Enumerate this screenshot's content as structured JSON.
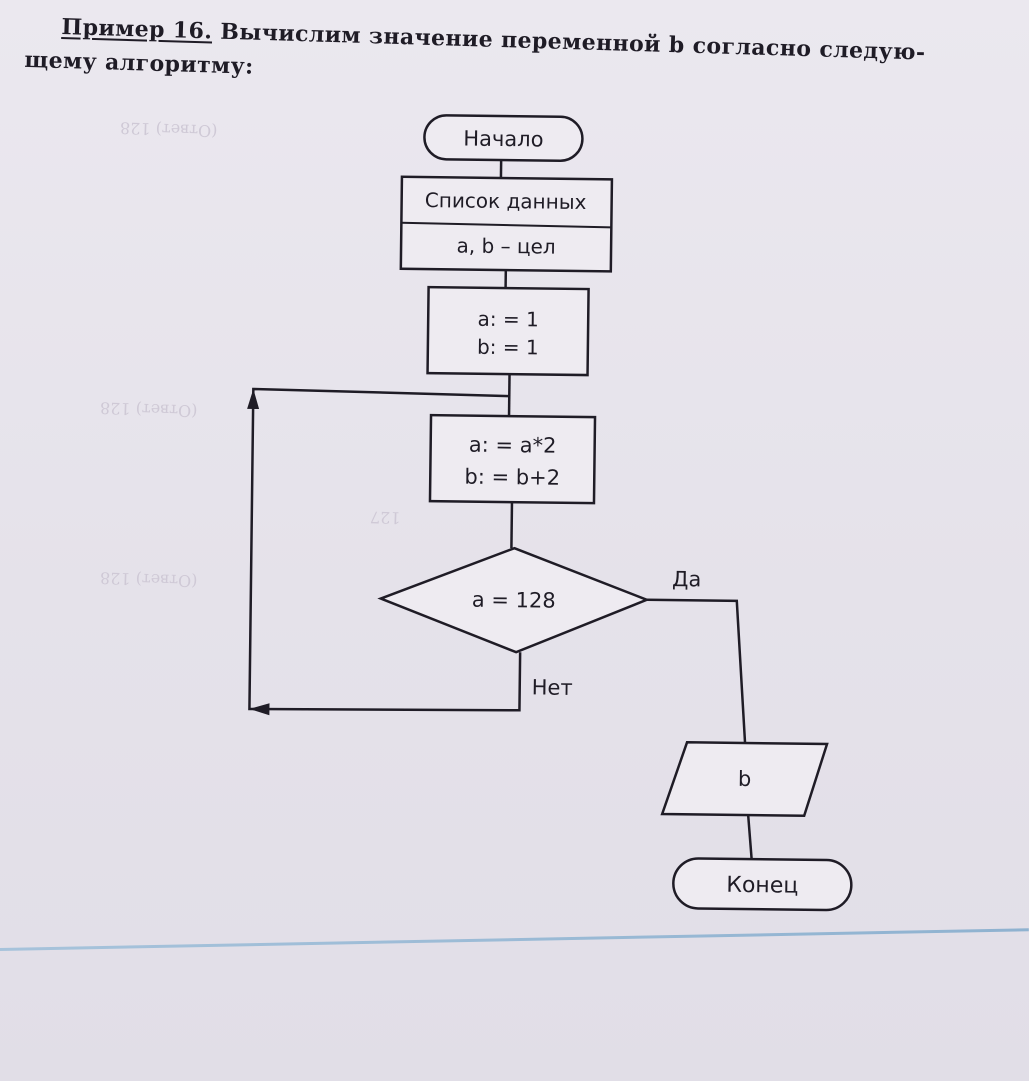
{
  "heading": {
    "example_label": "Пример 16.",
    "line1": "Вычислим значение переменной b согласно следую-",
    "line2": "щему алгоритму:"
  },
  "flowchart": {
    "start": "Начало",
    "data_header": "Список данных",
    "data_decl": "a, b – цел",
    "init_line1": "a: = 1",
    "init_line2": "b: = 1",
    "loop_line1": "a: = a*2",
    "loop_line2": "b: = b+2",
    "condition": "a = 128",
    "yes_label": "Да",
    "no_label": "Нет",
    "output": "b",
    "end": "Конец"
  }
}
